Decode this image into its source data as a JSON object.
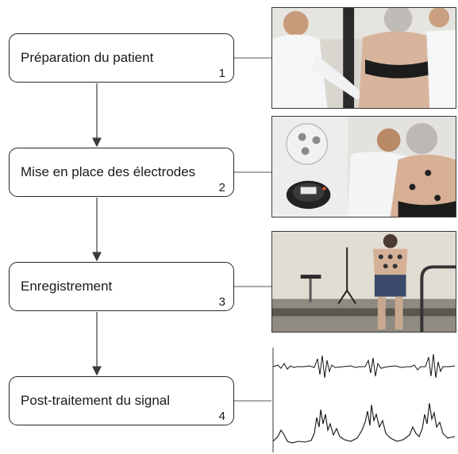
{
  "steps": [
    {
      "label": "Préparation du patient",
      "number": "1",
      "photo_icon": "patient-preparation-photo-icon"
    },
    {
      "label": "Mise en place des électrodes",
      "number": "2",
      "photo_icon": "electrode-placement-photo-icon"
    },
    {
      "label": "Enregistrement",
      "number": "3",
      "photo_icon": "walking-recording-photo-icon"
    },
    {
      "label": "Post-traitement du signal",
      "number": "4",
      "photo_icon": "emg-signal-plot-icon"
    }
  ],
  "colors": {
    "box_border": "#262626",
    "connector": "#555555",
    "arrow": "#3a3a3a"
  }
}
